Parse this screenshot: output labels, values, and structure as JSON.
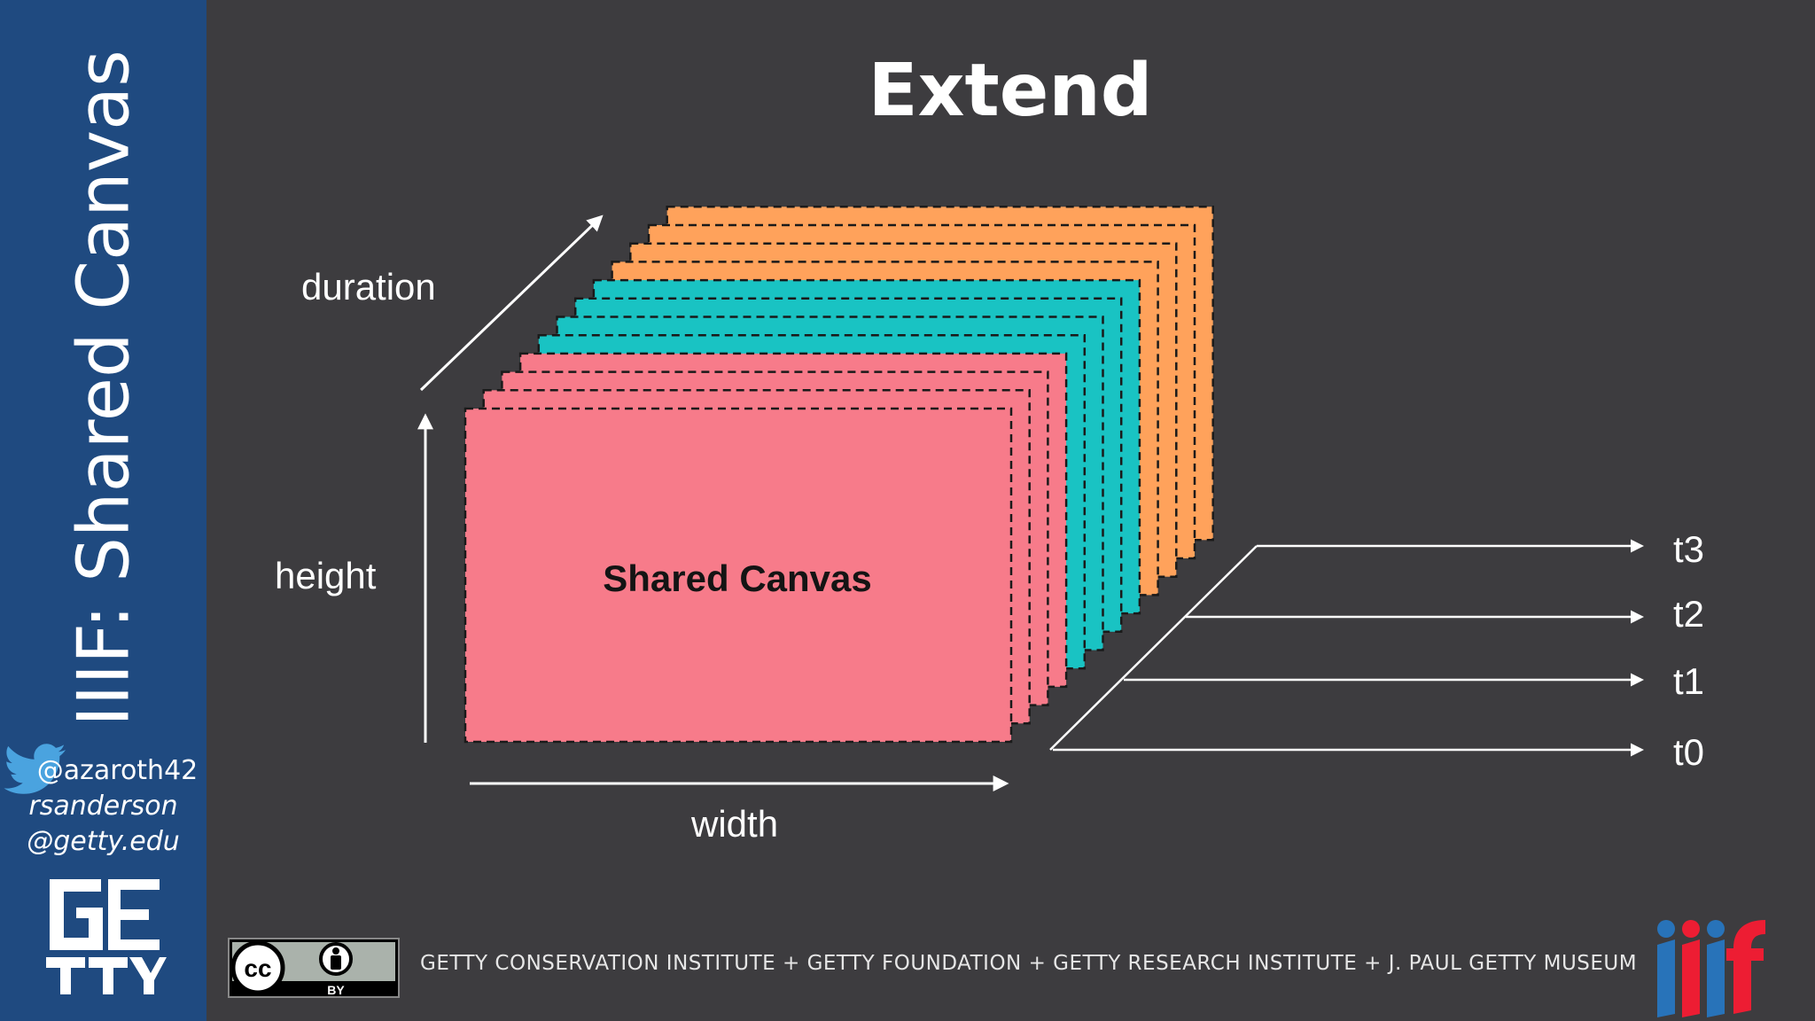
{
  "sidebar": {
    "title": "IIIF: Shared Canvas",
    "handle_line1": "@azaroth42",
    "handle_line2": "rsanderson",
    "handle_line3": "@getty.edu",
    "logo_text": "GETTY"
  },
  "slide": {
    "title": "Extend"
  },
  "diagram": {
    "axis_duration": "duration",
    "axis_height": "height",
    "axis_width": "width",
    "canvas_label": "Shared Canvas",
    "time_labels": [
      "t3",
      "t2",
      "t1",
      "t0"
    ],
    "colors": {
      "front_group": "#f77b8a",
      "middle_group": "#19c3c3",
      "back_group": "#ffa25b"
    }
  },
  "footer": {
    "license": "CC BY",
    "license_by_text": "BY",
    "text": "GETTY CONSERVATION INSTITUTE + GETTY FOUNDATION + GETTY RESEARCH INSTITUTE + J. PAUL GETTY MUSEUM",
    "iiif_logo_text": "iiif"
  }
}
